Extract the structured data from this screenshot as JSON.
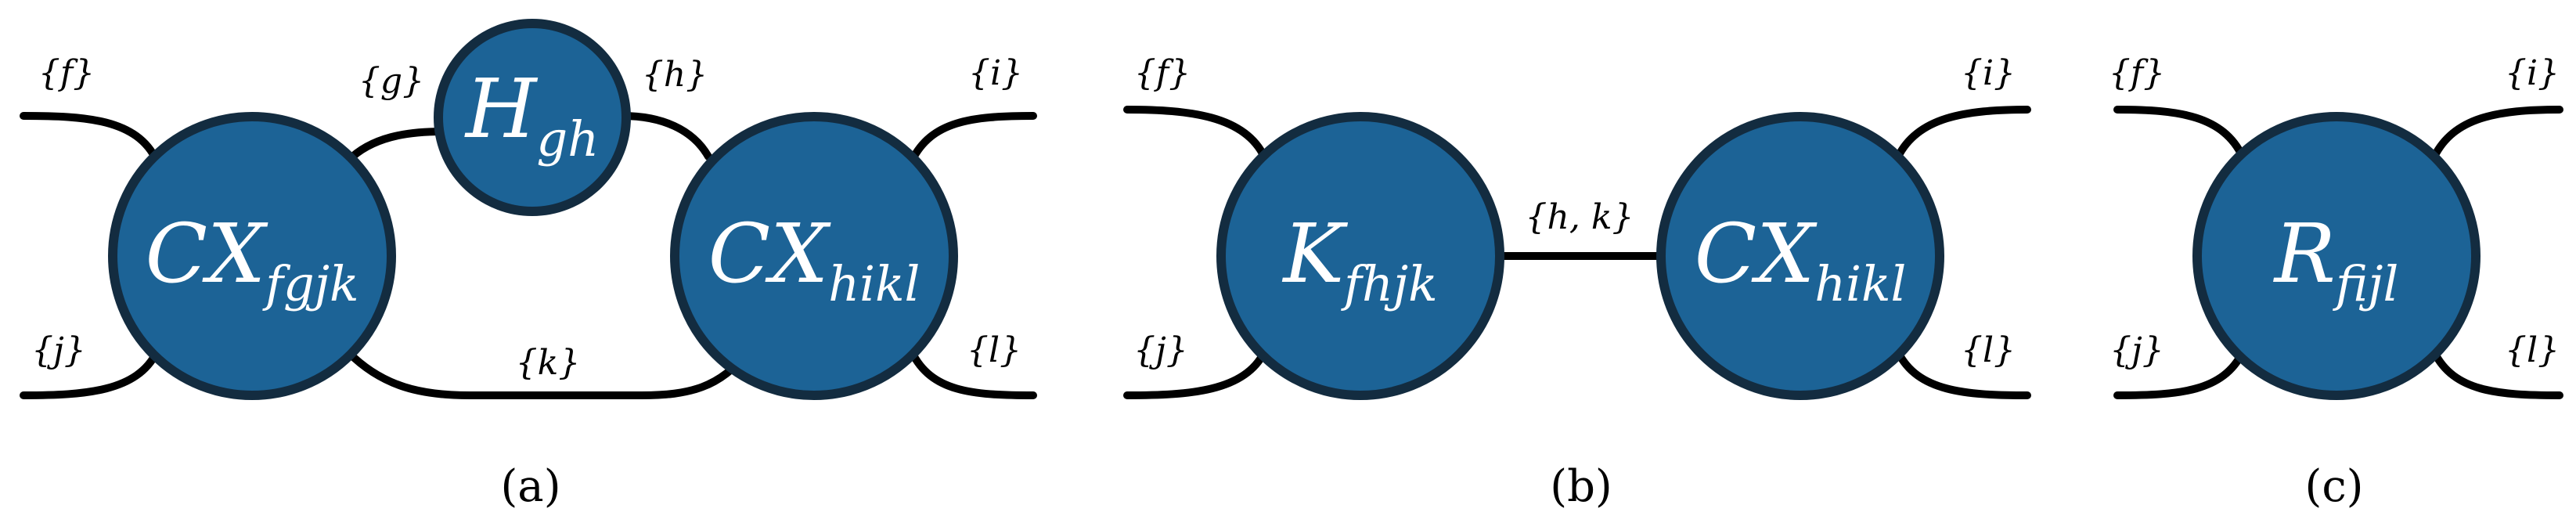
{
  "colors": {
    "node_fill": "#1c6396",
    "node_stroke": "#132c40",
    "wire": "#000000"
  },
  "panel_a": {
    "caption": "(a)",
    "nodes": {
      "cx1": {
        "main": "CX",
        "sub": "fgjk"
      },
      "h": {
        "main": "H",
        "sub": "gh"
      },
      "cx2": {
        "main": "CX",
        "sub": "hikl"
      }
    },
    "labels": {
      "f": "{f}",
      "g": "{g}",
      "h": "{h}",
      "i": "{i}",
      "j": "{j}",
      "k": "{k}",
      "l": "{l}"
    }
  },
  "panel_b": {
    "caption": "(b)",
    "nodes": {
      "k": {
        "main": "K",
        "sub": "fhjk"
      },
      "cx": {
        "main": "CX",
        "sub": "hikl"
      }
    },
    "labels": {
      "f": "{f}",
      "hk": "{h, k}",
      "i": "{i}",
      "j": "{j}",
      "l": "{l}"
    }
  },
  "panel_c": {
    "caption": "(c)",
    "nodes": {
      "r": {
        "main": "R",
        "sub": "fijl"
      }
    },
    "labels": {
      "f": "{f}",
      "i": "{i}",
      "j": "{j}",
      "l": "{l}"
    }
  }
}
